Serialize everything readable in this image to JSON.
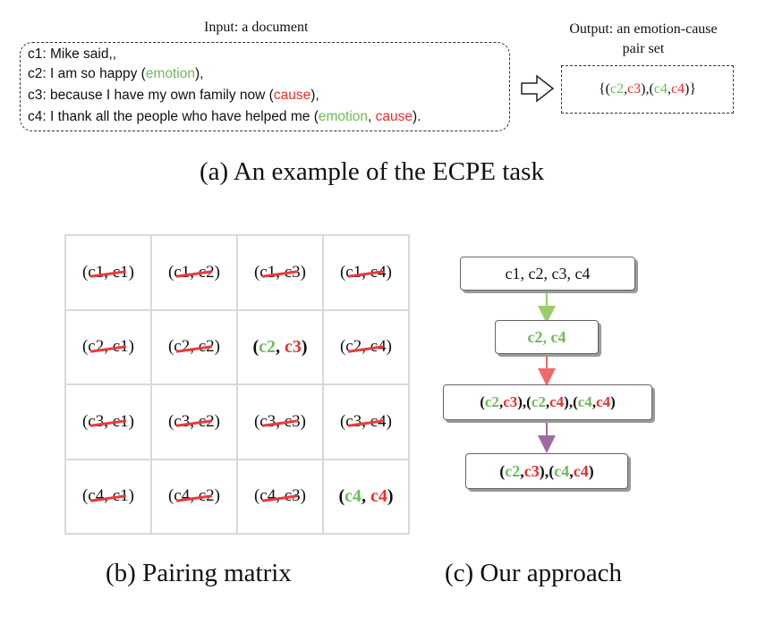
{
  "section_a": {
    "input_title": "Input: a document",
    "output_title_line1": "Output: an emotion-cause",
    "output_title_line2": "pair set",
    "clauses": [
      {
        "text": "c1: Mike said,",
        "tags": []
      },
      {
        "text": "c2: I am so happy ",
        "tags": [
          "emotion"
        ]
      },
      {
        "text": "c3: because I have my own family now ",
        "tags": [
          "cause"
        ]
      },
      {
        "text": "c4: I thank all the people who have helped me ",
        "tags": [
          "emotion",
          "cause"
        ]
      }
    ],
    "output_pairs": [
      [
        "c2",
        "c3"
      ],
      [
        "c4",
        "c4"
      ]
    ],
    "caption": "(a)  An example of the ECPE task"
  },
  "section_b": {
    "caption": "(b)  Pairing matrix",
    "clauses": [
      "c1",
      "c2",
      "c3",
      "c4"
    ],
    "kept_pairs": [
      [
        "c2",
        "c3"
      ],
      [
        "c4",
        "c4"
      ]
    ]
  },
  "section_c": {
    "caption": "(c)  Our approach",
    "step1": "c1, c2, c3, c4",
    "step2": "c2, c4",
    "step3_pairs": [
      [
        "c2",
        "c3"
      ],
      [
        "c2",
        "c4"
      ],
      [
        "c4",
        "c4"
      ]
    ],
    "step4_pairs": [
      [
        "c2",
        "c3"
      ],
      [
        "c4",
        "c4"
      ]
    ]
  },
  "colors": {
    "emotion": "#6fba5a",
    "cause": "#ec2d2d",
    "arrow1": "#9acd6a",
    "arrow2": "#ef6a6a",
    "arrow3": "#a06aa0"
  }
}
